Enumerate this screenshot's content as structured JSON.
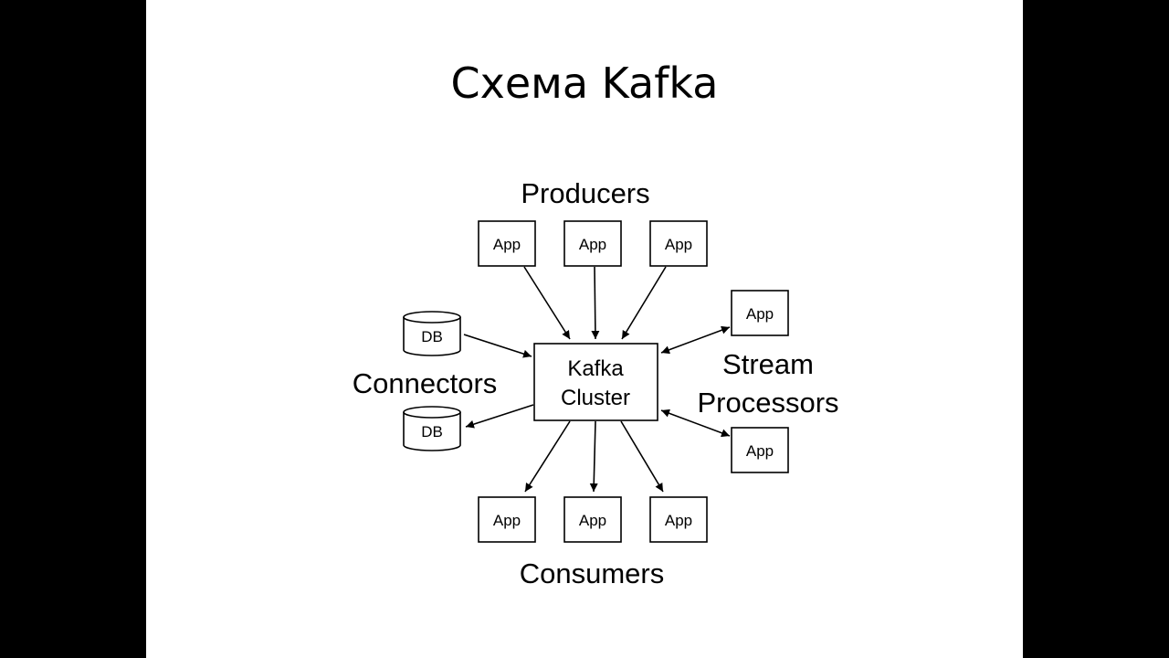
{
  "slide": {
    "title": "Схема Kafka"
  },
  "diagram": {
    "groups": {
      "producers": "Producers",
      "consumers": "Consumers",
      "connectors": "Connectors",
      "stream_processors_line1": "Stream",
      "stream_processors_line2": "Processors"
    },
    "cluster": {
      "line1": "Kafka",
      "line2": "Cluster"
    },
    "nodes": {
      "producer_apps": [
        "App",
        "App",
        "App"
      ],
      "consumer_apps": [
        "App",
        "App",
        "App"
      ],
      "stream_apps": [
        "App",
        "App"
      ],
      "connector_dbs": [
        "DB",
        "DB"
      ]
    },
    "colors": {
      "background": "#000000",
      "slide": "#ffffff",
      "ink": "#000000"
    }
  }
}
